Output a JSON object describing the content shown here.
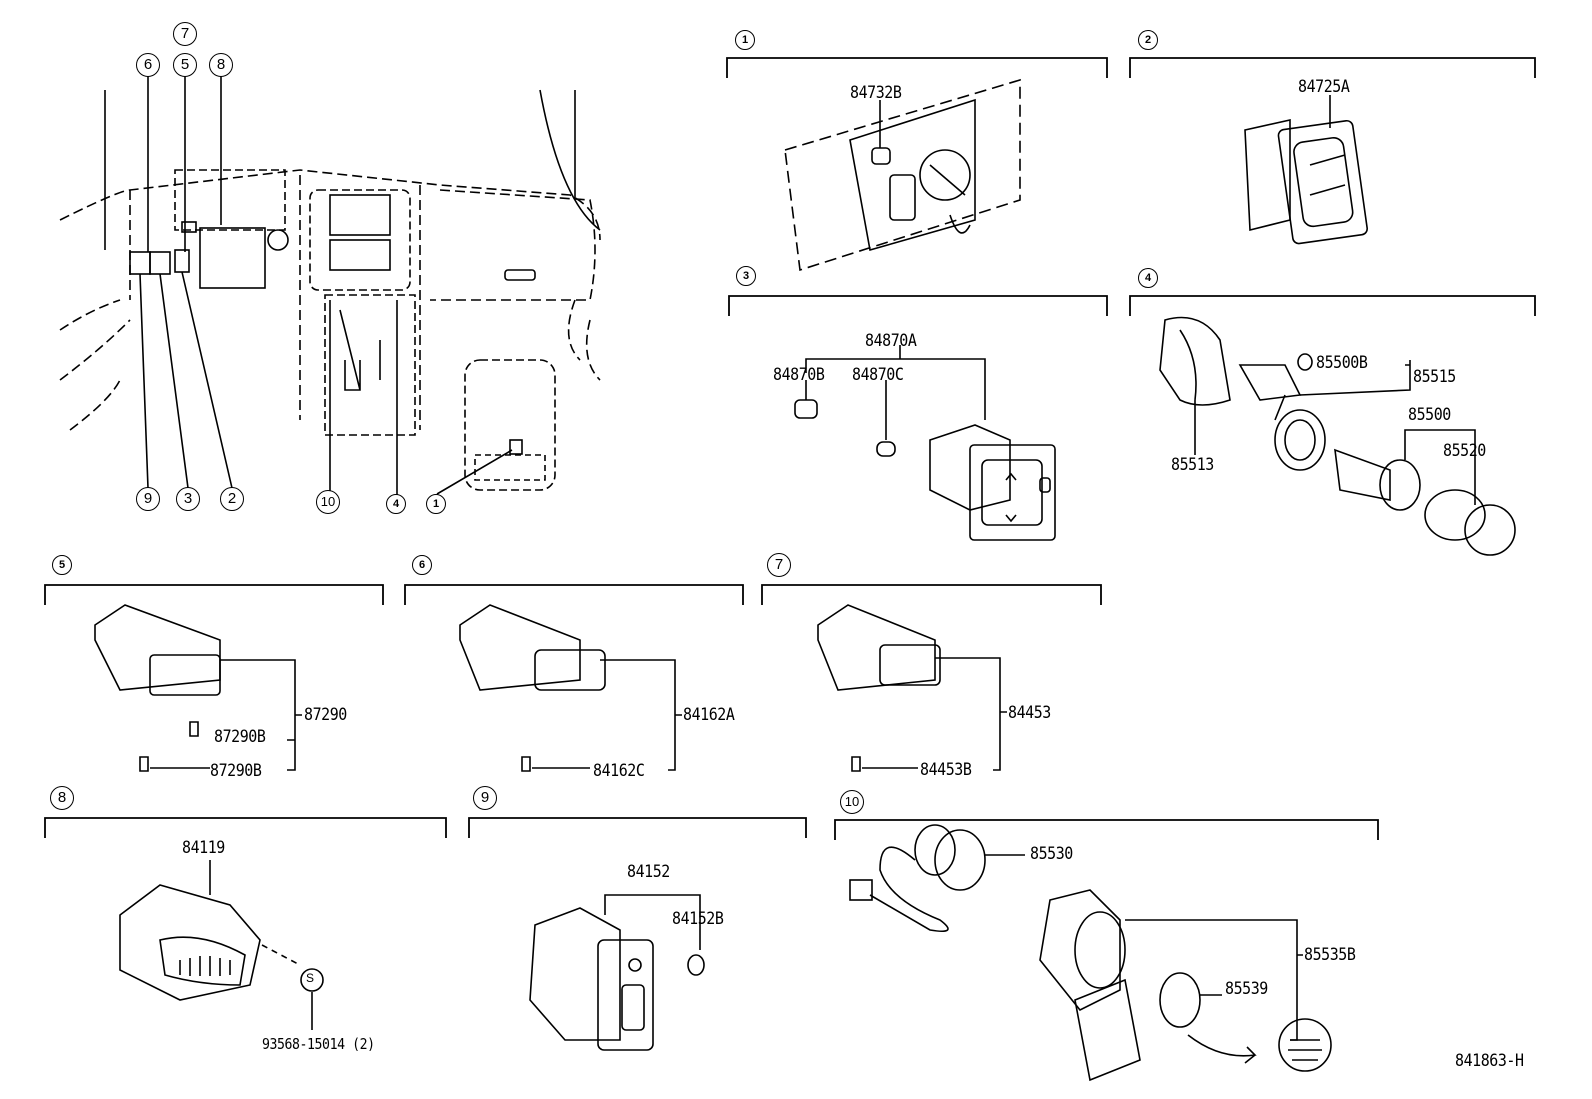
{
  "overview": {
    "callouts": [
      "7",
      "6",
      "5",
      "8",
      "9",
      "3",
      "2",
      "10",
      "4",
      "1"
    ]
  },
  "sections": [
    {
      "number": "1",
      "parts": [
        "84732B"
      ]
    },
    {
      "number": "2",
      "parts": [
        "84725A"
      ]
    },
    {
      "number": "3",
      "parts": [
        "84870A",
        "84870B",
        "84870C"
      ]
    },
    {
      "number": "4",
      "parts": [
        "85500B",
        "85515",
        "85513",
        "85500",
        "85520"
      ]
    },
    {
      "number": "5",
      "parts": [
        "87290",
        "87290B",
        "87290B"
      ]
    },
    {
      "number": "6",
      "parts": [
        "84162A",
        "84162C"
      ]
    },
    {
      "number": "7",
      "parts": [
        "84453",
        "84453B"
      ]
    },
    {
      "number": "8",
      "parts": [
        "84119",
        "93568-15014 (2)"
      ],
      "screw_symbol": "S"
    },
    {
      "number": "9",
      "parts": [
        "84152",
        "84152B"
      ]
    },
    {
      "number": "10",
      "parts": [
        "85530",
        "85535B",
        "85539"
      ]
    }
  ],
  "diagram_id": "841863-H"
}
